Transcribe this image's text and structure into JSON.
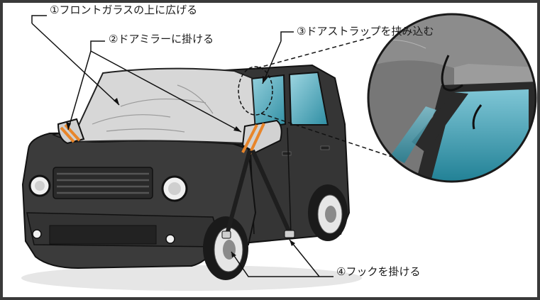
{
  "labels": {
    "step1": "①フロントガラスの上に広げる",
    "step2": "②ドアミラーに掛ける",
    "step3": "③ドアストラップを挟み込む",
    "step4": "④フックを掛ける"
  },
  "colors": {
    "frame": "#3a3a3a",
    "car_body": "#3b3b3b",
    "car_dark": "#2a2a2a",
    "cover": "#d7d7d7",
    "strap": "#1e1e1e",
    "accent_orange": "#e8852a",
    "glass_blue": "#5fb7c9",
    "wheel_rim": "#e6e6e6"
  },
  "icons": {
    "car": "car-illustration",
    "zoom": "zoom-detail-circle"
  }
}
